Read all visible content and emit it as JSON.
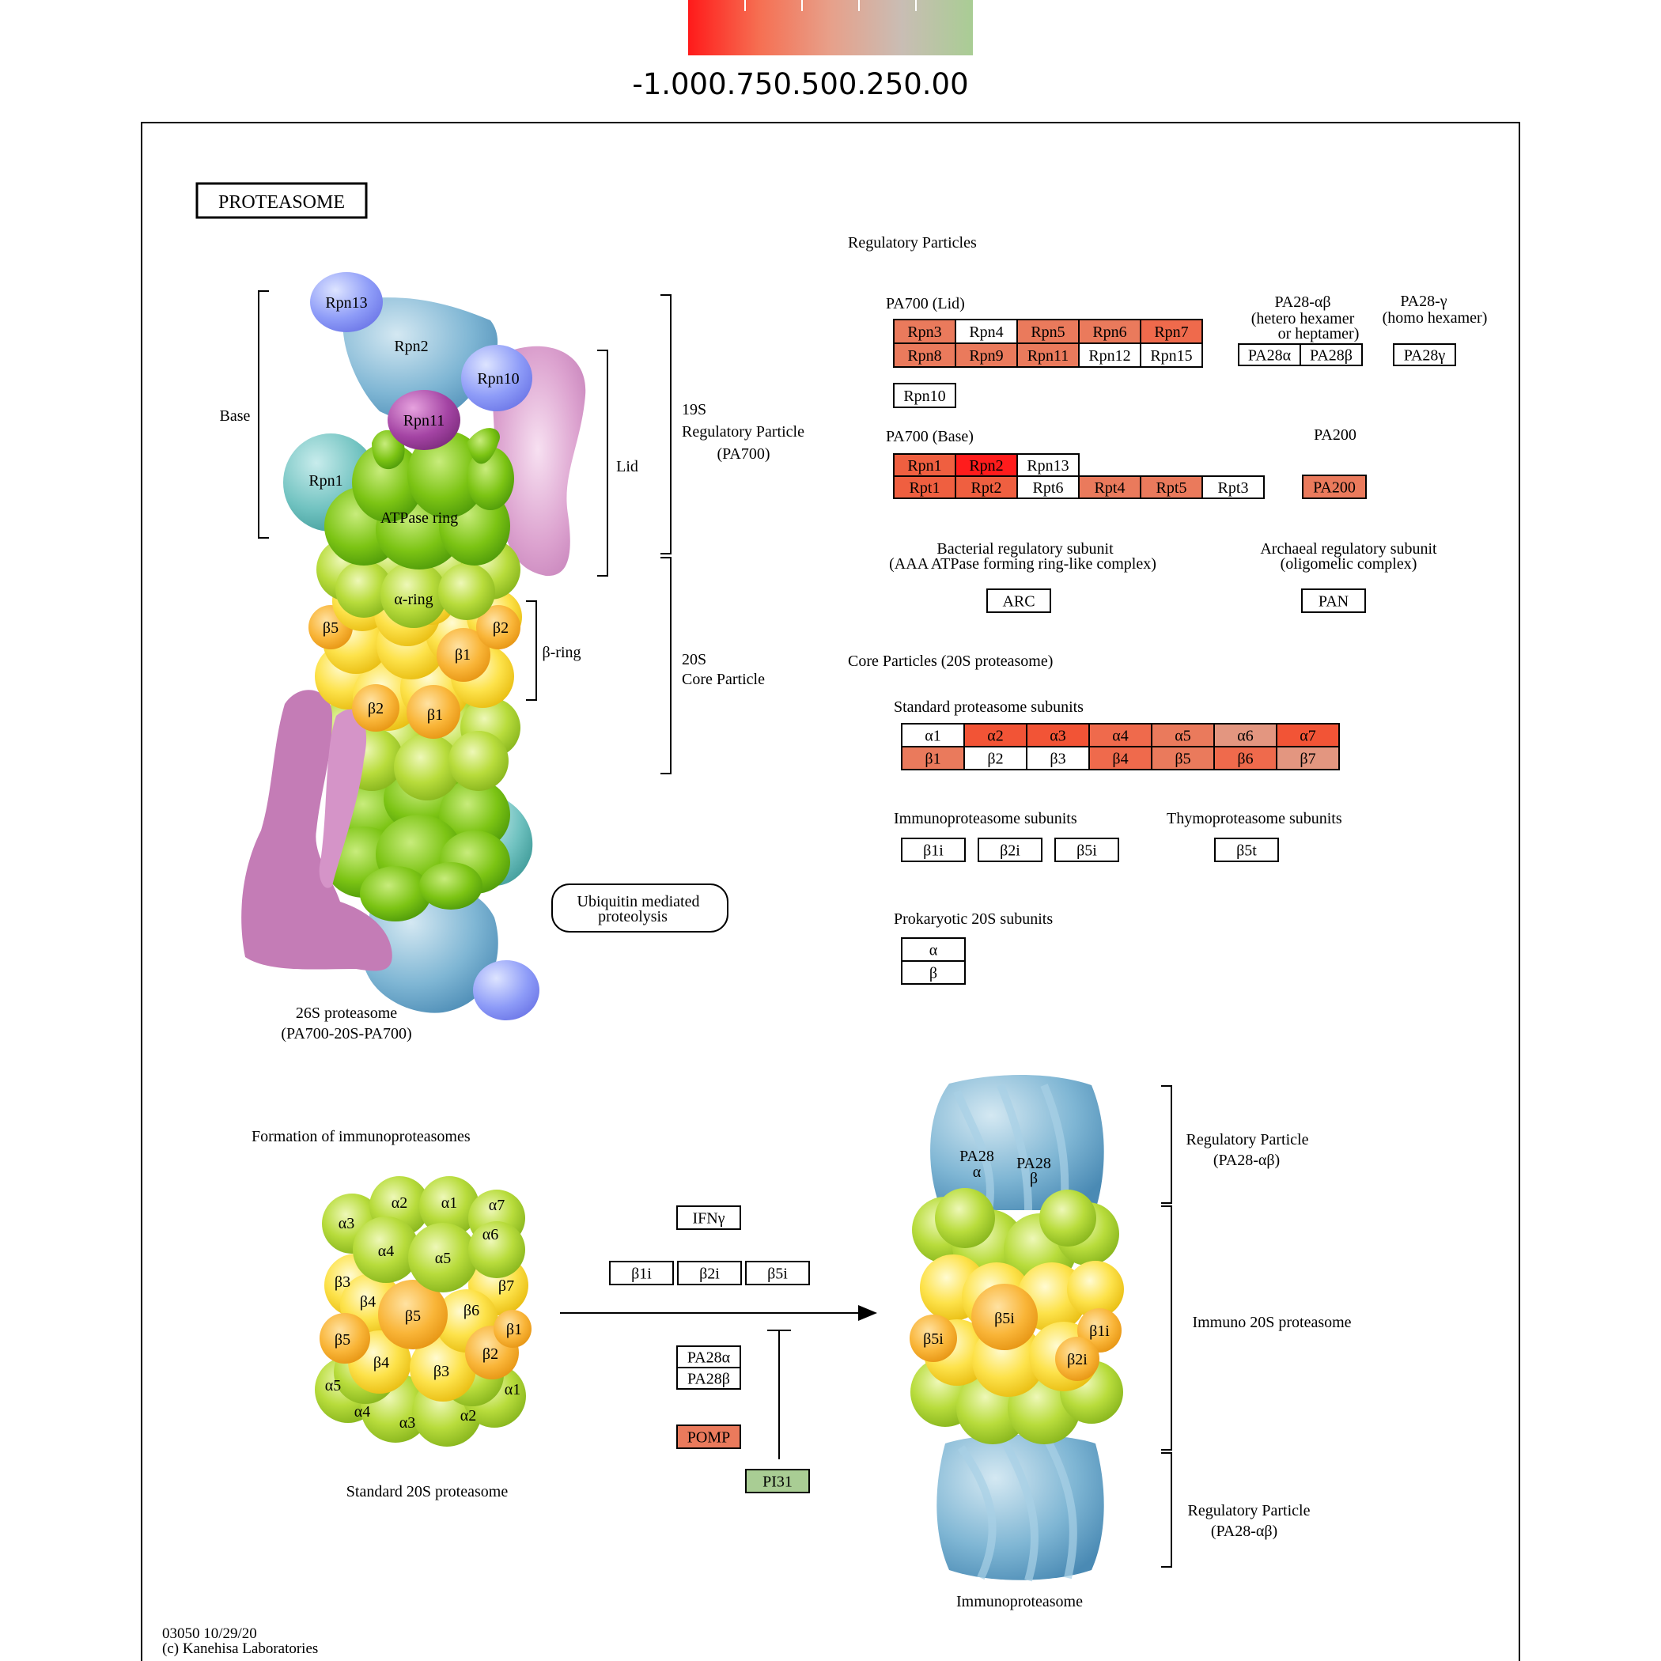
{
  "legend": {
    "colors": [
      "#ff1a1a",
      "#f66f52",
      "#e7a08a",
      "#c9bdb4",
      "#a9cd94"
    ],
    "label_text": "-1.000.750.500.250.00"
  },
  "pathway": {
    "title": "PROTEASOME",
    "id_date": "03050 10/29/20",
    "copyright": "(c) Kanehisa Laboratories"
  },
  "left_panel": {
    "rpn13": "Rpn13",
    "rpn2": "Rpn2",
    "rpn10": "Rpn10",
    "rpn11": "Rpn11",
    "rpn1": "Rpn1",
    "atpase": "ATPase ring",
    "alpha_ring": "α-ring",
    "b5": "β5",
    "b2a": "β2",
    "b1a": "β1",
    "b2b": "β2",
    "b1b": "β1",
    "base": "Base",
    "lid": "Lid",
    "beta_ring": "β-ring",
    "rp19s_1": "19S",
    "rp19s_2": "Regulatory Particle",
    "rp19s_3": "(PA700)",
    "core20s_1": "20S",
    "core20s_2": "Core Particle",
    "ubiquitin_1": "Ubiquitin mediated",
    "ubiquitin_2": "proteolysis",
    "caption_1": "26S proteasome",
    "caption_2": "(PA700-20S-PA700)"
  },
  "regulatory": {
    "header": "Regulatory Particles",
    "lid_title": "PA700 (Lid)",
    "lid_row1": [
      {
        "label": "Rpn3",
        "color": "#ea7a5c"
      },
      {
        "label": "Rpn4",
        "color": "#ffffff"
      },
      {
        "label": "Rpn5",
        "color": "#ea7a5c"
      },
      {
        "label": "Rpn6",
        "color": "#ea7a5c"
      },
      {
        "label": "Rpn7",
        "color": "#ef6a4c"
      }
    ],
    "lid_row2": [
      {
        "label": "Rpn8",
        "color": "#ea7a5c"
      },
      {
        "label": "Rpn9",
        "color": "#ea7a5c"
      },
      {
        "label": "Rpn11",
        "color": "#ea7a5c"
      },
      {
        "label": "Rpn12",
        "color": "#ffffff"
      },
      {
        "label": "Rpn15",
        "color": "#ffffff"
      }
    ],
    "rpn10": "Rpn10",
    "pa28ab_1": "PA28-αβ",
    "pa28ab_2": "(hetero hexamer",
    "pa28ab_3": "or heptamer)",
    "pa28g_1": "PA28-γ",
    "pa28g_2": "(homo hexamer)",
    "pa28a": "PA28α",
    "pa28b": "PA28β",
    "pa28g": "PA28γ",
    "base_title": "PA700 (Base)",
    "base_row1": [
      {
        "label": "Rpn1",
        "color": "#ef5f40"
      },
      {
        "label": "Rpn2",
        "color": "#ff1c1c"
      },
      {
        "label": "Rpn13",
        "color": "#ffffff"
      }
    ],
    "base_row2": [
      {
        "label": "Rpt1",
        "color": "#ef5f40"
      },
      {
        "label": "Rpt2",
        "color": "#ef5f40"
      },
      {
        "label": "Rpt6",
        "color": "#ffffff"
      },
      {
        "label": "Rpt4",
        "color": "#ea7a5c"
      },
      {
        "label": "Rpt5",
        "color": "#ea7a5c"
      },
      {
        "label": "Rpt3",
        "color": "#ffffff"
      }
    ],
    "pa200_title": "PA200",
    "pa200": {
      "label": "PA200",
      "color": "#ea7a5c"
    },
    "bact_1": "Bacterial regulatory subunit",
    "bact_2": "(AAA ATPase forming ring-like complex)",
    "arch_1": "Archaeal regulatory subunit",
    "arch_2": "(oligomelic complex)",
    "arc": "ARC",
    "pan": "PAN"
  },
  "core": {
    "header": "Core Particles (20S proteasome)",
    "standard_title": "Standard proteasome subunits",
    "alpha_row": [
      {
        "label": "α1",
        "color": "#ffffff"
      },
      {
        "label": "α2",
        "color": "#f25436"
      },
      {
        "label": "α3",
        "color": "#f25436"
      },
      {
        "label": "α4",
        "color": "#ef6a4c"
      },
      {
        "label": "α5",
        "color": "#ea7a5c"
      },
      {
        "label": "α6",
        "color": "#e39680"
      },
      {
        "label": "α7",
        "color": "#f25436"
      }
    ],
    "beta_row": [
      {
        "label": "β1",
        "color": "#ea7a5c"
      },
      {
        "label": "β2",
        "color": "#ffffff"
      },
      {
        "label": "β3",
        "color": "#ffffff"
      },
      {
        "label": "β4",
        "color": "#ef6a4c"
      },
      {
        "label": "β5",
        "color": "#ea7a5c"
      },
      {
        "label": "β6",
        "color": "#ef6a4c"
      },
      {
        "label": "β7",
        "color": "#e39680"
      }
    ],
    "immuno_title": "Immunoproteasome subunits",
    "immuno": [
      "β1i",
      "β2i",
      "β5i"
    ],
    "thymo_title": "Thymoproteasome subunits",
    "thymo": "β5t",
    "prok_title": "Prokaryotic 20S subunits",
    "prok": [
      "α",
      "β"
    ]
  },
  "formation": {
    "title": "Formation of immunoproteasomes",
    "standard_caption": "Standard 20S proteasome",
    "alpha_top": [
      "α2",
      "α1",
      "α7",
      "α3",
      "α6",
      "α4",
      "α5"
    ],
    "beta_mid": [
      "β3",
      "β7",
      "β4",
      "β5",
      "β6",
      "β5",
      "β1",
      "β4",
      "β3",
      "β2"
    ],
    "alpha_bot": [
      "α5",
      "α1",
      "α4",
      "α3",
      "α2"
    ],
    "ifny": "IFNγ",
    "immuno": [
      "β1i",
      "β2i",
      "β5i"
    ],
    "pa28a": "PA28α",
    "pa28b": "PA28β",
    "pomp": {
      "label": "POMP",
      "color": "#ea7a5c"
    },
    "pi31": {
      "label": "PI31",
      "color": "#a9cd94"
    },
    "pa28_a_1": "PA28",
    "pa28_a_2": "α",
    "pa28_b_1": "PA28",
    "pa28_b_2": "β",
    "ib5i": "β5i",
    "ib5i_side": "β5i",
    "ib1i": "β1i",
    "ib2i": "β2i",
    "rp_top_1": "Regulatory Particle",
    "rp_top_2": "(PA28-αβ)",
    "immuno20s": "Immuno 20S proteasome",
    "rp_bot_1": "Regulatory Particle",
    "rp_bot_2": "(PA28-αβ)",
    "immuno_caption": "Immunoproteasome"
  }
}
